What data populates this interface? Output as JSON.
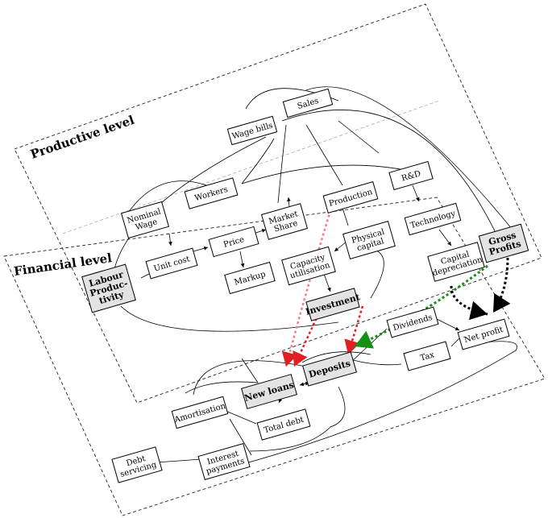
{
  "levels": {
    "productive": "Productive level",
    "financial": "Financial level"
  },
  "nodes": {
    "wage_bills": [
      "Wage bills"
    ],
    "sales": [
      "Sales"
    ],
    "nominal_wage": [
      "Nominal",
      "Wage"
    ],
    "workers": [
      "Workers"
    ],
    "market_share": [
      "Market",
      "Share"
    ],
    "production": [
      "Production"
    ],
    "rd": [
      "R&D"
    ],
    "unit_cost": [
      "Unit cost"
    ],
    "price": [
      "Price"
    ],
    "technology": [
      "Technology"
    ],
    "physical_capital": [
      "Physical",
      "capital"
    ],
    "gross_profits": [
      "Gross",
      "Profits"
    ],
    "labour_productivity": [
      "Labour",
      "Produc-",
      "tivity"
    ],
    "markup": [
      "Markup"
    ],
    "capacity_utilisation": [
      "Capacity",
      "utilisation"
    ],
    "capital_depreciation": [
      "Capital",
      "depreciation"
    ],
    "investment": [
      "Investment"
    ],
    "dividends": [
      "Dividends"
    ],
    "net_profit": [
      "Net profit"
    ],
    "tax": [
      "Tax"
    ],
    "deposits": [
      "Deposits"
    ],
    "new_loans": [
      "New loans"
    ],
    "amortisation": [
      "Amortisation"
    ],
    "total_debt": [
      "Total debt"
    ],
    "debt_servicing": [
      "Debt",
      "servicing"
    ],
    "interest_payments": [
      "Interest",
      "payments"
    ]
  },
  "colors": {
    "highlight_fill": "#e3e3e3",
    "normal_fill": "#ffffff",
    "red_flow": "#f04040",
    "green_flow": "#19a019",
    "black_flow": "#000000"
  }
}
